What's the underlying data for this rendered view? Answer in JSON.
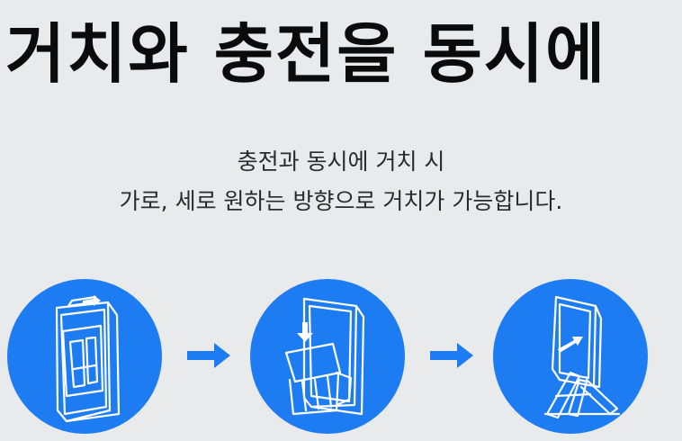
{
  "headline": "거치와 충전을 동시에",
  "description": {
    "line1": "충전과 동시에 거치 시",
    "line2": "가로, 세로 원하는 방향으로 거치가 가능합니다."
  },
  "steps": [
    {
      "icon": "phone-stand-fold-icon"
    },
    {
      "icon": "phone-stand-insert-icon"
    },
    {
      "icon": "phone-stand-upright-icon"
    }
  ],
  "colors": {
    "background": "#e9eaec",
    "accent": "#1d7cf2",
    "text": "#0b0b0b"
  }
}
